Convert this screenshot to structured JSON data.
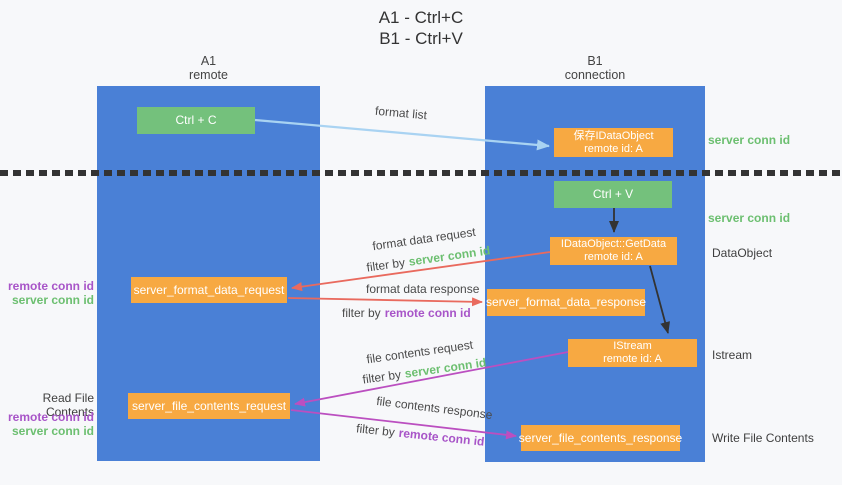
{
  "colors": {
    "background": "#f7f8fa",
    "column_blue": "#4a80d6",
    "box_green": "#74c17c",
    "box_orange": "#f7a942",
    "arrow_blue": "#a9d3f2",
    "arrow_red": "#e96a5e",
    "arrow_pink": "#bb4fc0",
    "arrow_black": "#333333",
    "text_green": "#6cbf70",
    "text_purple": "#a855c8",
    "text_dark": "#3f3f3f"
  },
  "title": {
    "line1": "A1 - Ctrl+C",
    "line2": "B1 - Ctrl+V"
  },
  "columns": {
    "left": {
      "name": "A1",
      "subtitle": "remote"
    },
    "right": {
      "name": "B1",
      "subtitle": "connection"
    }
  },
  "boxes": {
    "ctrl_c": {
      "label": "Ctrl + C"
    },
    "save_dataobject": {
      "line1": "保存IDataObject",
      "line2": "remote id: A"
    },
    "ctrl_v": {
      "label": "Ctrl + V"
    },
    "getdata": {
      "line1": "IDataObject::GetData",
      "line2": "remote id: A"
    },
    "format_request": {
      "label": "server_format_data_request"
    },
    "format_response": {
      "label": "server_format_data_response"
    },
    "istream": {
      "line1": "IStream",
      "line2": "remote id: A"
    },
    "file_request": {
      "label": "server_file_contents_request"
    },
    "file_response": {
      "label": "server_file_contents_response"
    }
  },
  "flow_labels": {
    "format_list": "format list",
    "format_request": {
      "text": "format data request",
      "filter_prefix": "filter by",
      "filter_key": "server conn id"
    },
    "format_response": {
      "text": "format data response",
      "filter_prefix": "filter by",
      "filter_key": "remote conn id"
    },
    "file_request": {
      "text": "file contents request",
      "filter_prefix": "filter by",
      "filter_key": "server conn id"
    },
    "file_response": {
      "text": "file contents response",
      "filter_prefix": "filter by",
      "filter_key": "remote conn id"
    }
  },
  "side_labels": {
    "server_conn_top": "server conn id",
    "server_conn_mid": "server conn id",
    "dataobject": "DataObject",
    "istream": "Istream",
    "write_title": "Write File Contents",
    "read_title": "Read File Contents",
    "left_format": {
      "remote": "remote conn id",
      "server": "server conn id"
    },
    "left_file": {
      "remote": "remote conn id",
      "server": "server conn id"
    }
  }
}
